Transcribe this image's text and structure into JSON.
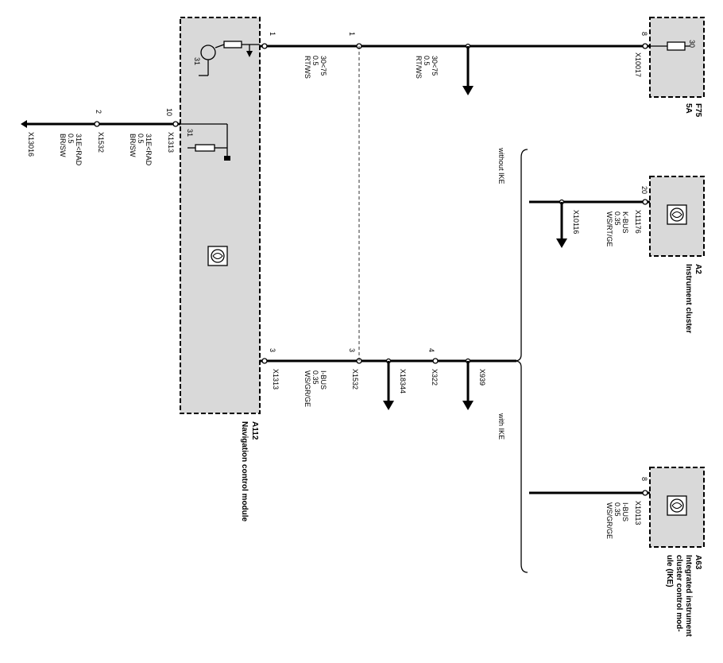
{
  "components": {
    "a112": {
      "id": "A112",
      "name": "Navigation control module"
    },
    "f75": {
      "id": "F75",
      "rating": "5A",
      "pin_30": "30"
    },
    "a2": {
      "id": "A2",
      "name": "Instrument cluster"
    },
    "a63": {
      "id": "A63",
      "name_lines": [
        "Integrated instrument",
        "cluster control mod-",
        "ule (IKE)"
      ]
    }
  },
  "pins": {
    "a112_pin1": "1",
    "x1532_pin1": "1",
    "f75_pin8": "8",
    "a112_pin10": "10",
    "x1532_pin2": "2",
    "a112_pin3": "3",
    "x1532_pin3": "3",
    "x322_pin4": "4",
    "a2_pin20": "20",
    "a63_pin8": "8",
    "ground_31_top": "31",
    "ground_31_mid": "31"
  },
  "wires": {
    "w_30_left": [
      "30<75",
      "0.5",
      "RT/WS"
    ],
    "w_30_right": [
      "30<75",
      "0.5",
      "RT/WS"
    ],
    "w_31_left": [
      "31E<RAD",
      "0.5",
      "BR/SW"
    ],
    "w_31_right": [
      "31E<RAD",
      "0.5",
      "BR/SW"
    ],
    "w_ibus_a112": [
      "I-BUS",
      "0.35",
      "WS/GR/GE"
    ],
    "w_kbus_a2": [
      "K-BUS",
      "0.35",
      "WS/RT/GE"
    ],
    "w_ibus_a63": [
      "I-BUS",
      "0.35",
      "WS/GR/GE"
    ]
  },
  "connectors": {
    "x10017": "X10017",
    "x1313_top": "X1313",
    "x1532_top": "X1532",
    "x13016": "X13016",
    "x1313_bot": "X1313",
    "x1532_bot": "X1532",
    "x18344": "X18344",
    "x322": "X322",
    "x939": "X939",
    "x11176": "X11176",
    "x10116": "X10116",
    "x10113": "X10113"
  },
  "variants": {
    "without_ike": "without IKE",
    "with_ike": "with IKE"
  }
}
